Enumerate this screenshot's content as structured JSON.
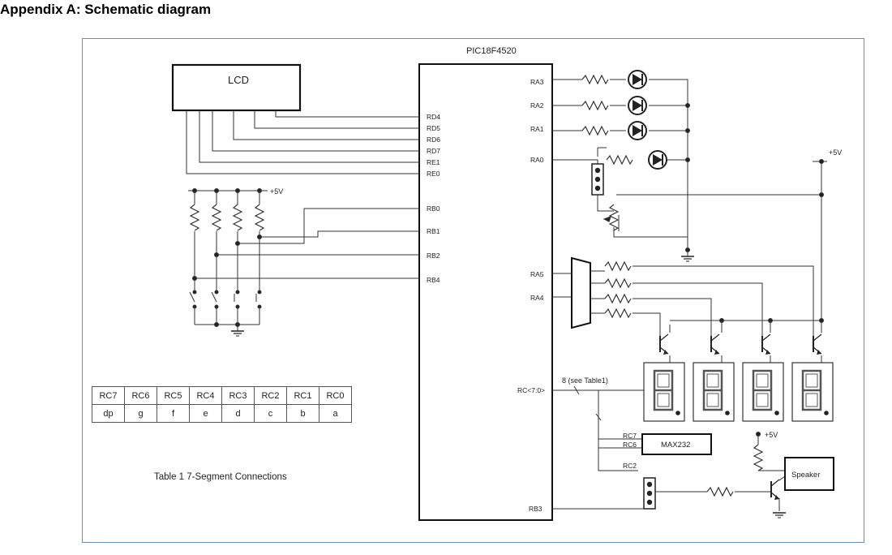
{
  "heading": "Appendix A: Schematic diagram",
  "mcu": {
    "name": "PIC18F4520",
    "left_pins": [
      "RD4",
      "RD5",
      "RD6",
      "RD7",
      "RE1",
      "RE0",
      "RB0",
      "RB1",
      "RB2",
      "RB4",
      "RB3"
    ],
    "right_pins": [
      "RA3",
      "RA2",
      "RA1",
      "RA0",
      "RA5",
      "RA4",
      "RC<7:0>"
    ]
  },
  "lcd_label": "LCD",
  "supply_label": "+5V",
  "bus_label": "8 (see Table1)",
  "max232": {
    "label": "MAX232",
    "pins": [
      "RC7",
      "RC6"
    ]
  },
  "speaker": {
    "label": "Speaker",
    "pin": "RC2"
  },
  "segment_table": {
    "headers": [
      "RC7",
      "RC6",
      "RC5",
      "RC4",
      "RC3",
      "RC2",
      "RC1",
      "RC0"
    ],
    "segments": [
      "dp",
      "g",
      "f",
      "e",
      "d",
      "c",
      "b",
      "a"
    ],
    "caption": "Table 1   7-Segment Connections"
  },
  "colors": {
    "frame_border": "#6b8db7",
    "wire": "#333333"
  }
}
